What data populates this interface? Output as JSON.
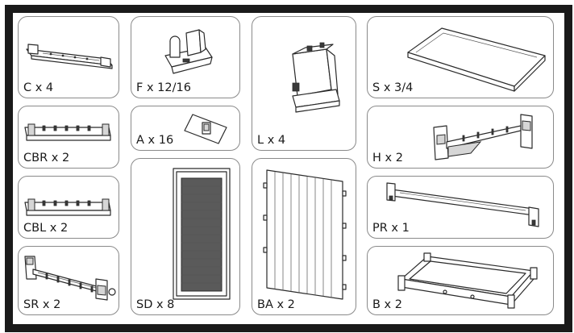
{
  "parts": {
    "c": "C x 4",
    "f": "F x 12/16",
    "l": "L x 4",
    "s": "S x 3/4",
    "cbr": "CBR x 2",
    "a": "A x 16",
    "h": "H x 2",
    "cbl": "CBL x 2",
    "sd": "SD x 8",
    "ba": "BA x 2",
    "pr": "PR x 1",
    "sr": "SR x 2",
    "b": "B x 2"
  }
}
